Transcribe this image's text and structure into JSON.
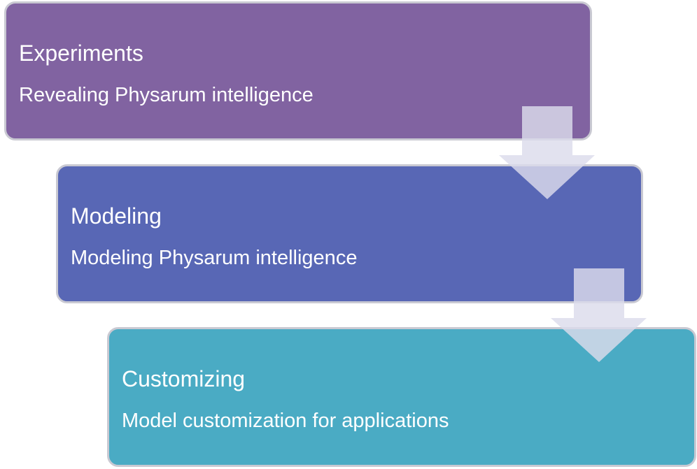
{
  "steps": [
    {
      "title": "Experiments",
      "subtitle": "Revealing Physarum intelligence",
      "color": "#8163a1"
    },
    {
      "title": "Modeling",
      "subtitle": "Modeling Physarum intelligence",
      "color": "#5867b5"
    },
    {
      "title": "Customizing",
      "subtitle": "Model customization for applications",
      "color": "#4aabc4"
    }
  ],
  "arrow_color": "#dcdcec",
  "border_color": "#c9c9d2"
}
